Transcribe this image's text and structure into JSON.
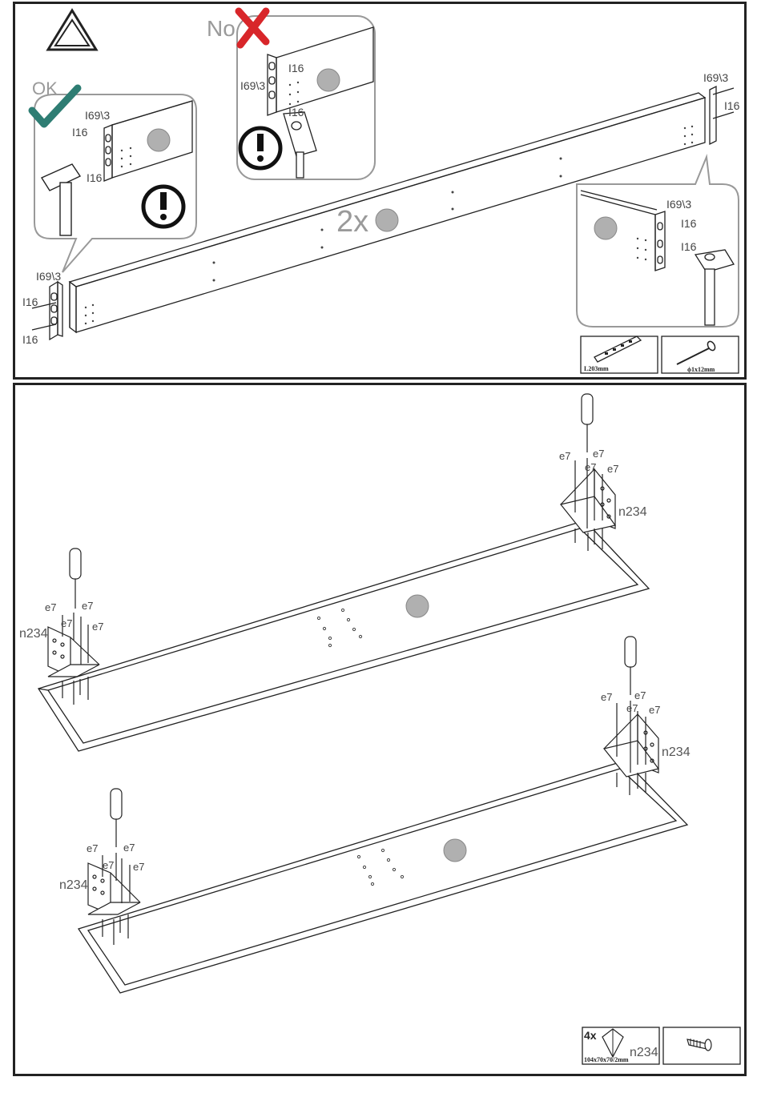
{
  "step_top": {
    "warning_ok": "OK",
    "warning_no": "No",
    "quantity": "2x",
    "bracket_left_label": "I69\\3",
    "screw_left_upper": "I16",
    "screw_left_lower": "I16",
    "ok_detail": {
      "bracket": "I69\\3",
      "screw_upper": "I16",
      "screw_lower": "I16"
    },
    "no_detail": {
      "bracket": "I69\\3",
      "screw_upper": "I16",
      "screw_lower": "I16"
    },
    "right_end": {
      "bracket": "I69\\3",
      "screw": "I16"
    },
    "hammer_detail": {
      "bracket": "I69\\3",
      "screw_upper": "I16",
      "screw_lower": "I16"
    },
    "parts": [
      {
        "name": "bracket",
        "caption": "L203mm"
      },
      {
        "name": "nail",
        "caption": "ϕ1x12mm"
      }
    ]
  },
  "step_bottom": {
    "screw_label": "e7",
    "corner_bracket_label": "n234",
    "parts": [
      {
        "name": "corner-bracket",
        "qty": "4x",
        "label": "n234",
        "caption": "104x70x70/2mm"
      },
      {
        "name": "screw",
        "caption": ""
      }
    ]
  },
  "colors": {
    "frame": "#222222",
    "dot": "#b0b0b0",
    "check": "#2e7d73",
    "cross": "#d8262a",
    "label": "#444444"
  }
}
